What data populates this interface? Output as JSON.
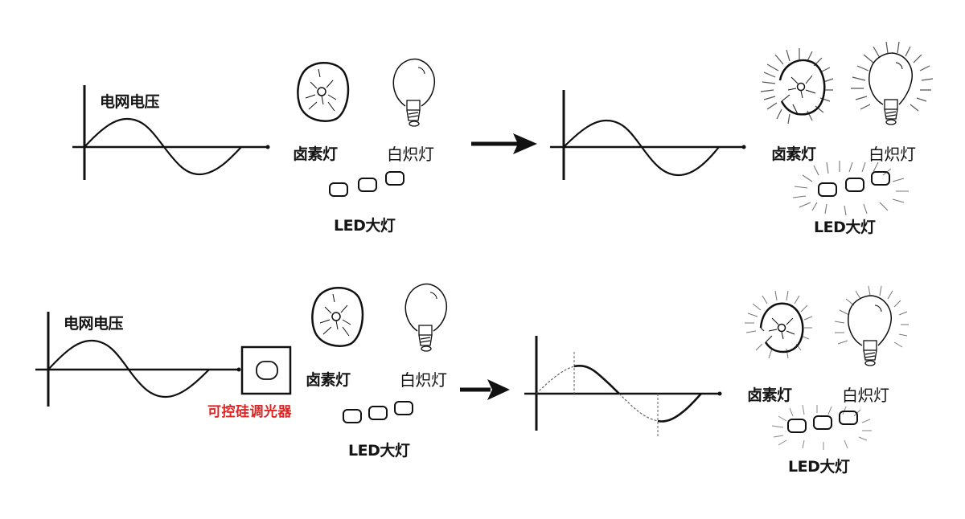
{
  "diagram": {
    "rows": [
      {
        "id": "direct",
        "left": {
          "wave_label": "电网电压",
          "lamps": {
            "halogen": "卤素灯",
            "incandescent": "白炽灯",
            "led": "LED大灯"
          }
        },
        "right": {
          "lamps": {
            "halogen": "卤素灯",
            "incandescent": "白炽灯",
            "led": "LED大灯"
          },
          "state": "glowing-full"
        }
      },
      {
        "id": "dimmed",
        "left": {
          "wave_label": "电网电压",
          "dimmer_label": "可控硅调光器",
          "lamps": {
            "halogen": "卤素灯",
            "incandescent": "白炽灯",
            "led": "LED大灯"
          }
        },
        "right": {
          "lamps": {
            "halogen": "卤素灯",
            "incandescent": "白炽灯",
            "led": "LED大灯"
          },
          "state": "glowing-dimmed",
          "wave": "phase-cut sine"
        }
      }
    ],
    "colors": {
      "ink": "#111111",
      "dimmer_label": "#e02424",
      "background": "#ffffff"
    }
  }
}
